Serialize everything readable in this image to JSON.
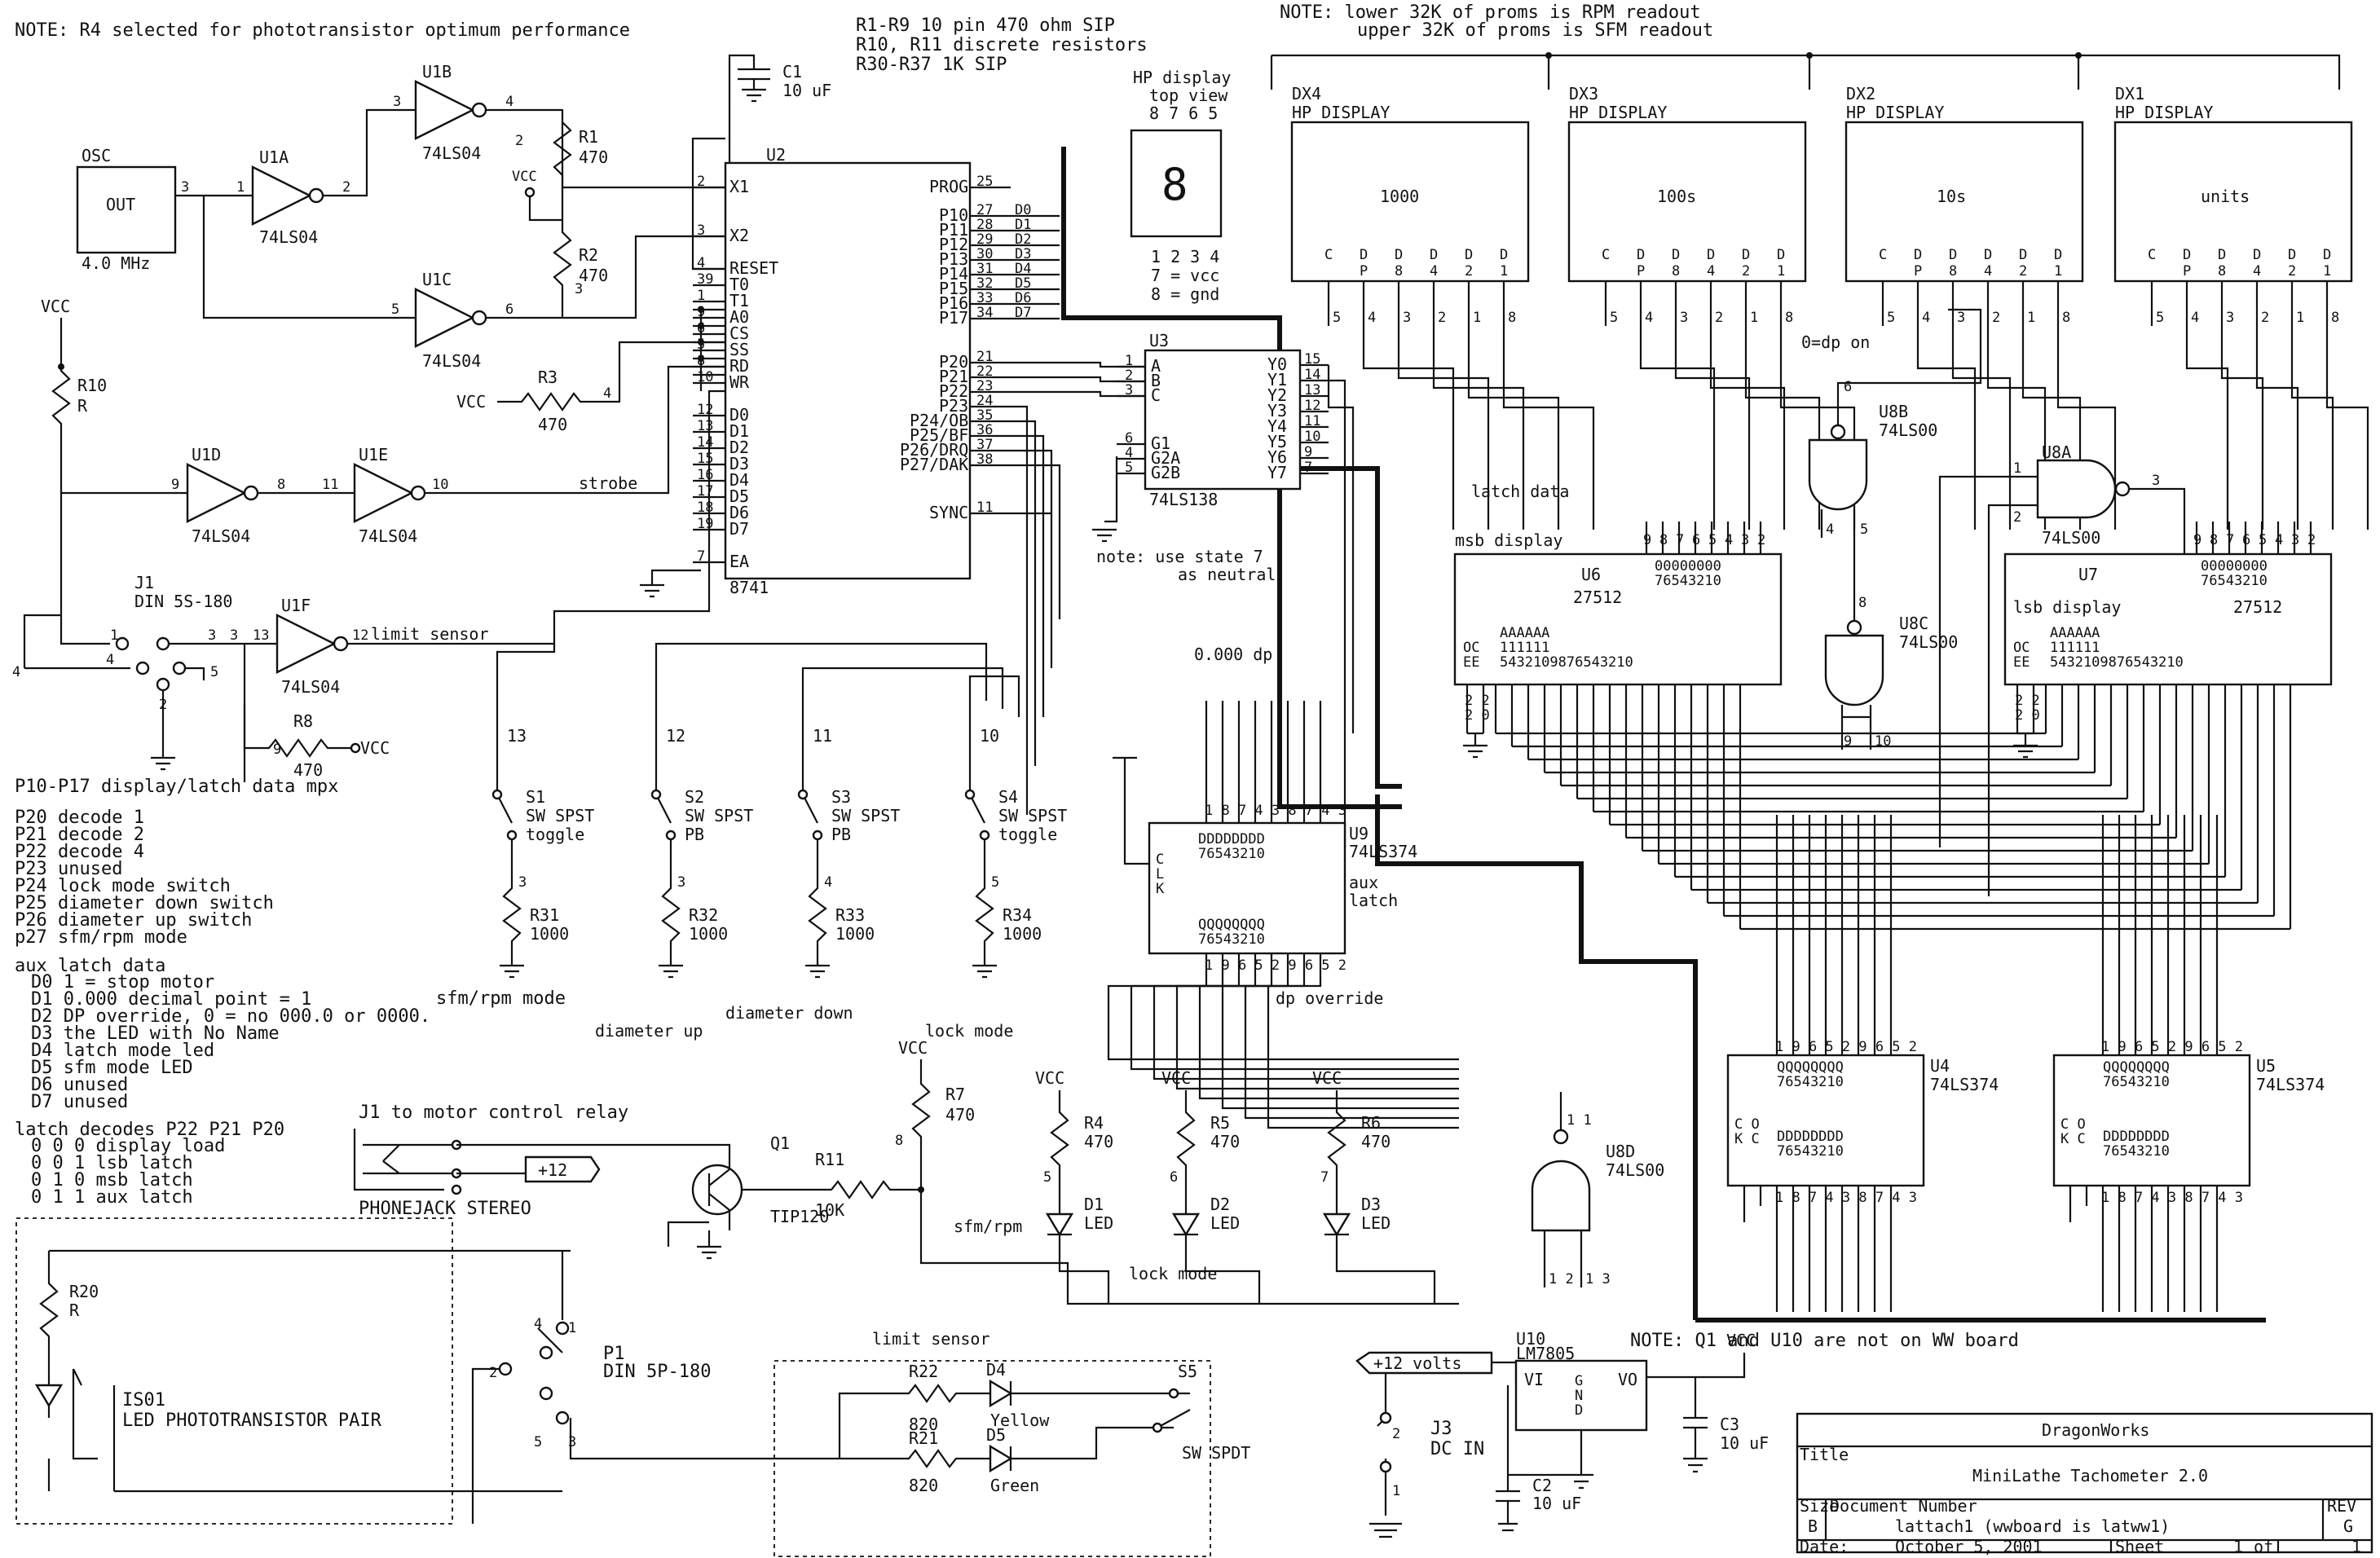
{
  "notes": {
    "r4": "NOTE: R4 selected for phototransistor optimum performance",
    "sip1": "R1-R9 10 pin 470 ohm SIP",
    "sip2": "R10, R11 discrete resistors",
    "sip3": "R30-R37 1K SIP",
    "prom1": "NOTE: lower 32K of proms is RPM readout",
    "prom2": "upper 32K of proms is SFM readout",
    "q1u10": "NOTE: Q1 and U10 are not on WW board",
    "state7": "note: use state 7",
    "state7b": "as neutral"
  },
  "hp_display": {
    "title1": "HP display",
    "title2": "top view",
    "top_pins": "8 7 6 5",
    "bottom_pins": "1 2 3 4",
    "vcc_note": "7 = vcc",
    "gnd_note": "8 = gnd",
    "digit": "8"
  },
  "displays": [
    {
      "ref": "DX4",
      "type": "HP DISPLAY",
      "label": "1000"
    },
    {
      "ref": "DX3",
      "type": "HP DISPLAY",
      "label": "100s"
    },
    {
      "ref": "DX2",
      "type": "HP DISPLAY",
      "label": "10s"
    },
    {
      "ref": "DX1",
      "type": "HP DISPLAY",
      "label": "units"
    }
  ],
  "display_pins": [
    "C",
    "D P",
    "D 8",
    "D 4",
    "D 2",
    "D 1"
  ],
  "display_pin_nums": [
    "5",
    "4",
    "3",
    "2",
    "1",
    "8"
  ],
  "dp_on": "0=dp on",
  "osc": {
    "ref": "OSC",
    "pin": "OUT",
    "freq": "4.0 MHz"
  },
  "inverters": [
    {
      "ref": "U1A",
      "part": "74LS04"
    },
    {
      "ref": "U1B",
      "part": "74LS04"
    },
    {
      "ref": "U1C",
      "part": "74LS04"
    },
    {
      "ref": "U1D",
      "part": "74LS04"
    },
    {
      "ref": "U1E",
      "part": "74LS04"
    },
    {
      "ref": "U1F",
      "part": "74LS04"
    }
  ],
  "nands": [
    {
      "ref": "U8A",
      "part": "74LS00"
    },
    {
      "ref": "U8B",
      "part": "74LS00"
    },
    {
      "ref": "U8C",
      "part": "74LS00"
    },
    {
      "ref": "U8D",
      "part": "74LS00"
    }
  ],
  "u2": {
    "ref": "U2",
    "part": "8741",
    "left_pins": [
      "X1",
      "X2",
      "RESET",
      "T0",
      "T1",
      "A0",
      "CS",
      "SS",
      "RD",
      "WR",
      "D0",
      "D1",
      "D2",
      "D3",
      "D4",
      "D5",
      "D6",
      "D7",
      "EA"
    ],
    "left_nums": [
      "2",
      "3",
      "4",
      "39",
      "1",
      "9",
      "6",
      "5",
      "8",
      "10",
      "12",
      "13",
      "14",
      "15",
      "16",
      "17",
      "18",
      "19",
      "7"
    ],
    "right_pins": [
      "PROG",
      "P10",
      "P11",
      "P12",
      "P13",
      "P14",
      "P15",
      "P16",
      "P17",
      "P20",
      "P21",
      "P22",
      "P23",
      "P24/OB",
      "P25/BF",
      "P26/DRQ",
      "P27/DAK",
      "SYNC"
    ],
    "right_nums": [
      "25",
      "27",
      "28",
      "29",
      "30",
      "31",
      "32",
      "33",
      "34",
      "21",
      "22",
      "23",
      "24",
      "35",
      "36",
      "37",
      "38",
      "11"
    ]
  },
  "p1_bus": [
    "D0",
    "D1",
    "D2",
    "D3",
    "D4",
    "D5",
    "D6",
    "D7"
  ],
  "u3": {
    "ref": "U3",
    "part": "74LS138",
    "inputs": [
      "A",
      "B",
      "C",
      "G1",
      "G2A",
      "G2B"
    ],
    "input_nums": [
      "1",
      "2",
      "3",
      "6",
      "4",
      "5"
    ],
    "outputs": [
      "Y0",
      "Y1",
      "Y2",
      "Y3",
      "Y4",
      "Y5",
      "Y6",
      "Y7"
    ],
    "output_nums": [
      "15",
      "14",
      "13",
      "12",
      "11",
      "10",
      "9",
      "7"
    ]
  },
  "u6": {
    "ref": "U6",
    "part": "27512",
    "title": "msb display",
    "outputs": "00000000 76543210",
    "addr": "AAAAAA 111111 543210 9876543210",
    "ctl": "OC EE"
  },
  "u7": {
    "ref": "U7",
    "part": "27512",
    "title": "lsb display",
    "outputs": "00000000 76543210",
    "addr": "AAAAAA 111111 543210 9876543210",
    "ctl": "OC EE"
  },
  "u9": {
    "ref": "U9",
    "part": "74LS374",
    "title": "aux",
    "title2": "latch",
    "d": "DDDDDDDD 76543210",
    "q": "QQQQQQQQ 76543210",
    "clk": "C L K"
  },
  "u4": {
    "ref": "U4",
    "part": "74LS374"
  },
  "u5": {
    "ref": "U5",
    "part": "74LS374"
  },
  "net_labels": {
    "strobe": "strobe",
    "limit_sensor": "limit sensor",
    "latch_data": "latch data",
    "dp000": "0.000 dp",
    "dp_override": "dp override",
    "diameter_up": "diameter up",
    "diameter_down": "diameter down",
    "lock_mode": "lock mode",
    "sfm_rpm": "sfm/rpm",
    "lock_mode2": "lock mode",
    "limit_sensor2": "limit sensor"
  },
  "resistors": {
    "R1": "470",
    "R2": "470",
    "R3": "470",
    "R4": "470",
    "R5": "470",
    "R6": "470",
    "R7": "470",
    "R8": "470",
    "R10": "R",
    "R11": "10K",
    "R20": "R",
    "R21": "820",
    "R22": "820",
    "R31": "1000",
    "R32": "1000",
    "R33": "1000",
    "R34": "1000"
  },
  "caps": {
    "C1": "10 uF",
    "C2": "10 uF",
    "C3": "10 uF"
  },
  "switches": [
    {
      "ref": "S1",
      "type": "SW SPST",
      "kind": "toggle"
    },
    {
      "ref": "S2",
      "type": "SW SPST",
      "kind": "PB"
    },
    {
      "ref": "S3",
      "type": "SW SPST",
      "kind": "PB"
    },
    {
      "ref": "S4",
      "type": "SW SPST",
      "kind": "toggle"
    },
    {
      "ref": "S5",
      "type": "SW SPDT",
      "kind": ""
    }
  ],
  "leds": [
    {
      "ref": "D1",
      "type": "LED"
    },
    {
      "ref": "D2",
      "type": "LED"
    },
    {
      "ref": "D3",
      "type": "LED"
    },
    {
      "ref": "D4",
      "type": "Yellow"
    },
    {
      "ref": "D5",
      "type": "Green"
    }
  ],
  "connectors": {
    "j1": "J1",
    "j1_type": "DIN 5S-180",
    "j1_relay": "J1 to motor control relay",
    "phonejack": "PHONEJACK STEREO",
    "p1": "P1",
    "p1_type": "DIN 5P-180",
    "j3": "J3",
    "j3_type": "DC IN",
    "plus12": "+12",
    "plus12v": "+12 volts"
  },
  "q1": {
    "ref": "Q1",
    "part": "TIP120"
  },
  "u10": {
    "ref": "U10",
    "part": "LM7805",
    "vi": "VI",
    "vo": "VO",
    "gnd": "G N D"
  },
  "is01": {
    "ref": "IS01",
    "desc": "LED PHOTOTRANSISTOR PAIR"
  },
  "vcc": "VCC",
  "legend": {
    "header": "P10-P17 display/latch data mpx",
    "port_lines": [
      "P20 decode 1",
      "P21 decode 2",
      "P22 decode 4",
      "P23 unused",
      "P24 lock mode switch",
      "P25 diameter down switch",
      "P26 diameter up switch",
      "p27 sfm/rpm mode"
    ],
    "aux_header": "aux latch data",
    "aux_lines": [
      "D0 1 = stop motor",
      "D1 0.000 decimal point = 1",
      "D2 DP override, 0 = no 000.0 or 0000.",
      "D3 the LED with No Name",
      "D4 latch mode led",
      "D5 sfm mode LED",
      "D6 unused",
      "D7 unused"
    ],
    "sfm_rpm_mode": "sfm/rpm mode",
    "latch_header": "latch decodes P22 P21 P20",
    "latch_lines": [
      "0 0 0 display load",
      "0 0 1 lsb latch",
      "0 1 0 msb latch",
      "0 1 1 aux latch"
    ]
  },
  "title_block": {
    "company": "DragonWorks",
    "title_label": "Title",
    "title": "MiniLathe Tachometer 2.0",
    "size_label": "Size",
    "size": "B",
    "docnum_label": "Document Number",
    "docnum": "lattach1 (wwboard is latww1)",
    "rev_label": "REV",
    "rev": "G",
    "date_label": "Date:",
    "date": "October  5, 2001",
    "sheet_label": "Sheet",
    "sheet": "1",
    "of_label": "of",
    "sheet_total": "1"
  }
}
